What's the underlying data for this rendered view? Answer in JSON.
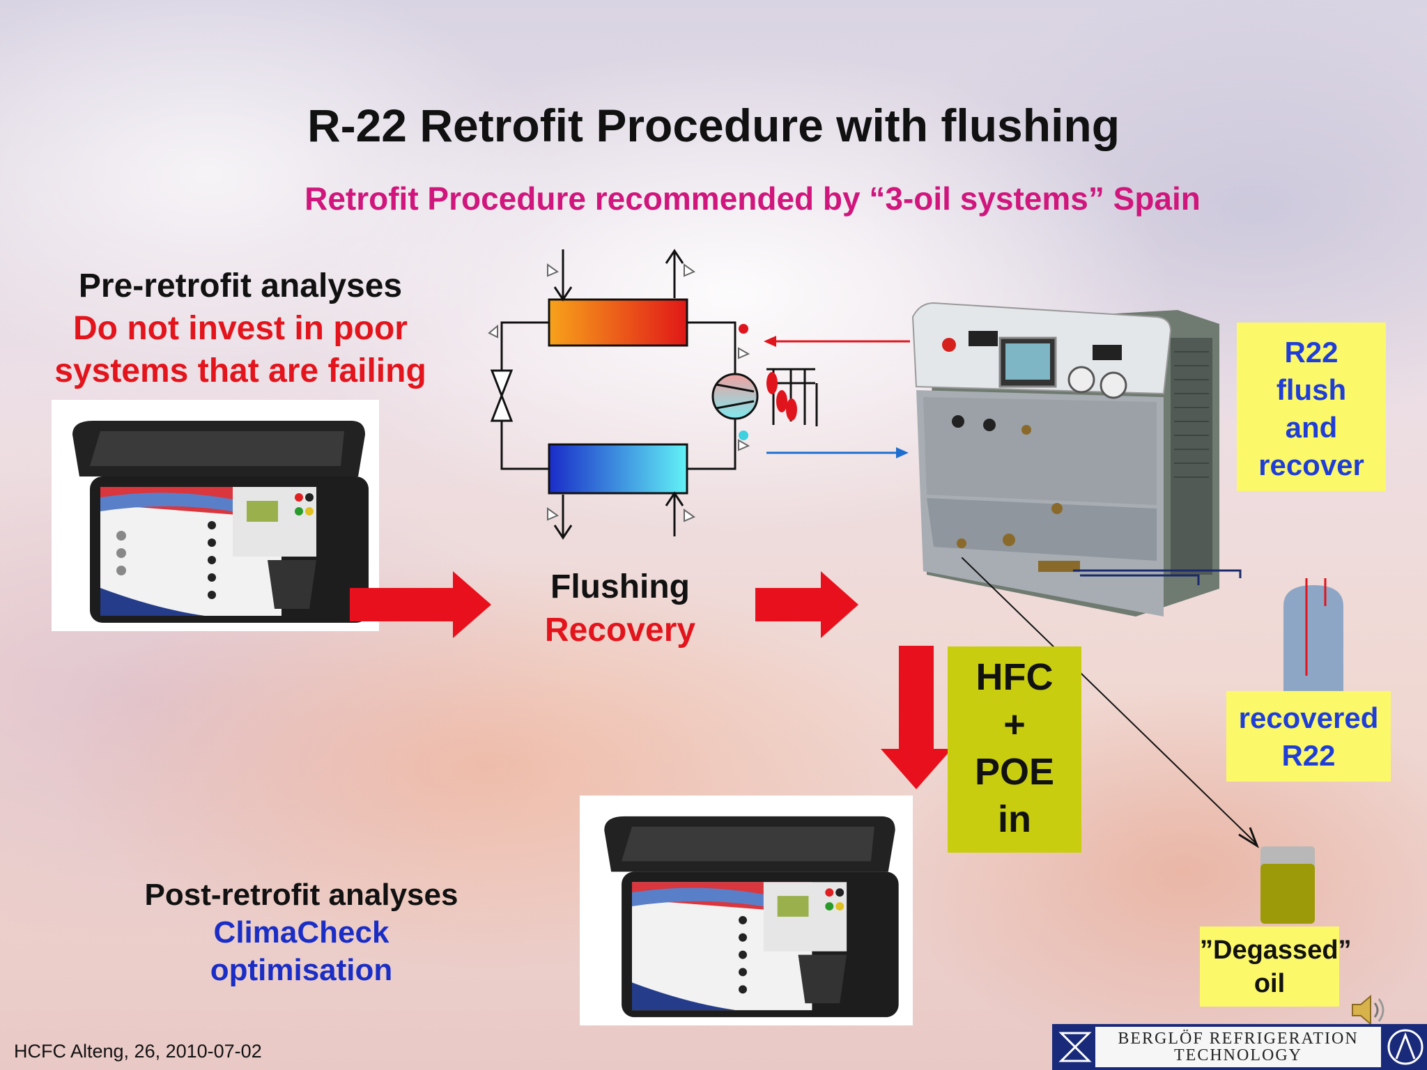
{
  "slide": {
    "title": "R-22 Retrofit Procedure with flushing",
    "subtitle": "Retrofit Procedure recommended by “3-oil systems” Spain"
  },
  "pre_retrofit": {
    "heading": "Pre-retrofit analyses",
    "line1": "Do not invest in poor",
    "line2": "systems that are failing"
  },
  "flushing": {
    "line1": "Flushing",
    "line2": "Recovery"
  },
  "flush_box": {
    "line1": "R22",
    "line2": "flush",
    "line3": "and",
    "line4": "recover"
  },
  "hfc_box": {
    "line1": "HFC",
    "line2": "+",
    "line3": "POE",
    "line4": "in"
  },
  "recovered_box": {
    "line1": "recovered",
    "line2": "R22"
  },
  "degassed_box": {
    "line1": "”Degassed”",
    "line2": "oil"
  },
  "post_retrofit": {
    "heading": "Post-retrofit analyses",
    "line1": "ClimaCheck",
    "line2": "optimisation"
  },
  "footer": {
    "text": "HCFC Alteng, 26, 2010-07-02"
  },
  "logo": {
    "text": "BERGLÖF REFRIGERATION TECHNOLOGY"
  },
  "colors": {
    "title": "#111111",
    "subtitle": "#d0167c",
    "red_text": "#e3141b",
    "blue_text": "#1a2ec6",
    "yellow_box": "#fbf86a",
    "olive_box": "#c8cd10",
    "arrow_red": "#e8101c"
  },
  "icons": [
    "speaker-icon",
    "logo-emblem-icon"
  ]
}
